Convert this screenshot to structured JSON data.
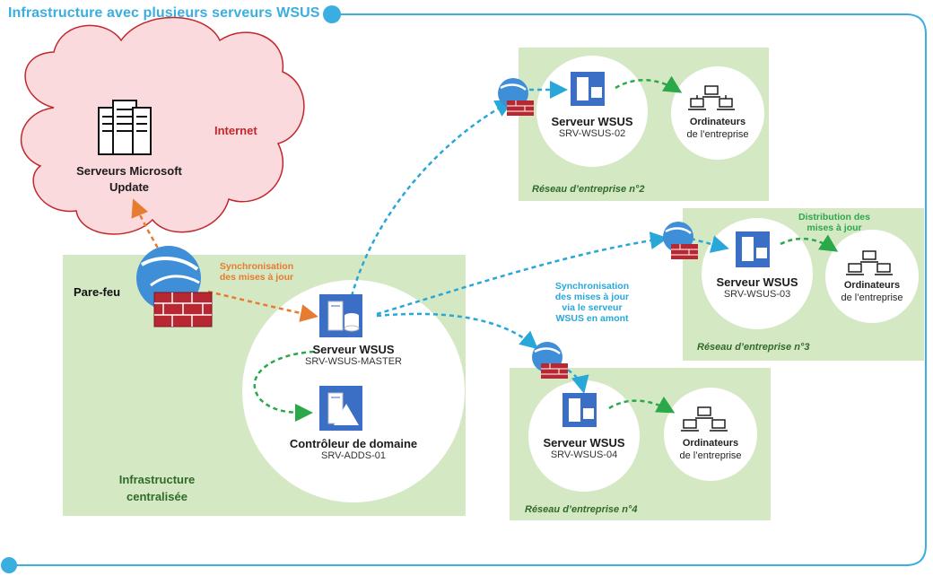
{
  "title": "Infrastructure avec plusieurs serveurs WSUS",
  "internet_label": "Internet",
  "microsoft_update": {
    "line1": "Serveurs Microsoft",
    "line2": "Update"
  },
  "firewall_label": "Pare-feu",
  "sync_internet_note": {
    "line1": "Synchronisation",
    "line2": "des mises à jour"
  },
  "central": {
    "zone_label_1": "Infrastructure",
    "zone_label_2": "centralisée",
    "wsus_name": "Serveur WSUS",
    "wsus_id": "SRV-WSUS-MASTER",
    "dc_name": "Contrôleur de domaine",
    "dc_id": "SRV-ADDS-01"
  },
  "upstream_note": {
    "line1": "Synchronisation",
    "line2": "des mises à jour",
    "line3": "via le serveur",
    "line4": "WSUS en amont"
  },
  "distribution_note": {
    "line1": "Distribution des",
    "line2": "mises à jour"
  },
  "networks": [
    {
      "label": "Réseau d’entreprise n°2",
      "wsus_name": "Serveur WSUS",
      "wsus_id": "SRV-WSUS-02",
      "pc_line1": "Ordinateurs",
      "pc_line2": "de l’entreprise"
    },
    {
      "label": "Réseau d’entreprise n°3",
      "wsus_name": "Serveur WSUS",
      "wsus_id": "SRV-WSUS-03",
      "pc_line1": "Ordinateurs",
      "pc_line2": "de l’entreprise"
    },
    {
      "label": "Réseau d’entreprise n°4",
      "wsus_name": "Serveur WSUS",
      "wsus_id": "SRV-WSUS-04",
      "pc_line1": "Ordinateurs",
      "pc_line2": "de l’entreprise"
    }
  ],
  "colors": {
    "accent": "#3aaee0",
    "zone": "#d5e8c4",
    "cloud": "#fbdadd",
    "cloud_border": "#c0282d",
    "sync_blue": "#28a7d8",
    "distrib_green": "#2aa84a",
    "sync_orange": "#e77b2f",
    "server_icon": "#3b6fc6"
  }
}
